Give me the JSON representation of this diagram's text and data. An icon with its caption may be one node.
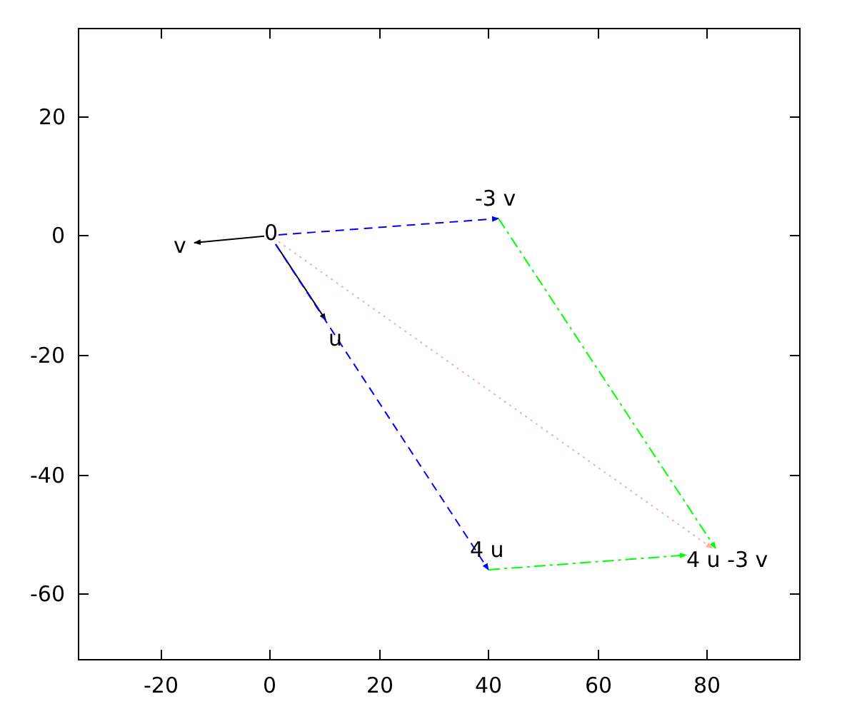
{
  "diagram": {
    "nodes": [
      {
        "text": [
          "0"
        ]
      },
      {
        "text": [
          "v"
        ]
      },
      {
        "text": [
          "u"
        ]
      },
      {
        "text": [
          "-3 v"
        ]
      },
      {
        "text": [
          "4 u"
        ]
      },
      {
        "text": [
          "4 u -3 v"
        ]
      }
    ],
    "edges": [
      {
        "from": 0,
        "to": 1,
        "arrow": "to"
      },
      {
        "from": 0,
        "to": 2,
        "arrow": "to"
      },
      {
        "from": 0,
        "to": 3,
        "arrow": "to",
        "style": "dashed",
        "color": "#0000ff"
      },
      {
        "from": 0,
        "to": 4,
        "arrow": "to",
        "style": "dashed",
        "color": "#0000ff"
      },
      {
        "from": 3,
        "to": 5,
        "arrow": "to",
        "style": "dashed",
        "color": "#00ff00"
      },
      {
        "from": 4,
        "to": 5,
        "arrow": "to",
        "style": "dashed",
        "color": "#00ff00"
      },
      {
        "from": 0,
        "to": 5,
        "arrow": "to",
        "style": "dashed",
        "color": "#ffaaaa"
      }
    ],
    "labels": [
      "20",
      "0",
      "-20",
      "-40",
      "-60",
      "-20",
      "0",
      "20",
      "40",
      "60",
      "80"
    ]
  }
}
